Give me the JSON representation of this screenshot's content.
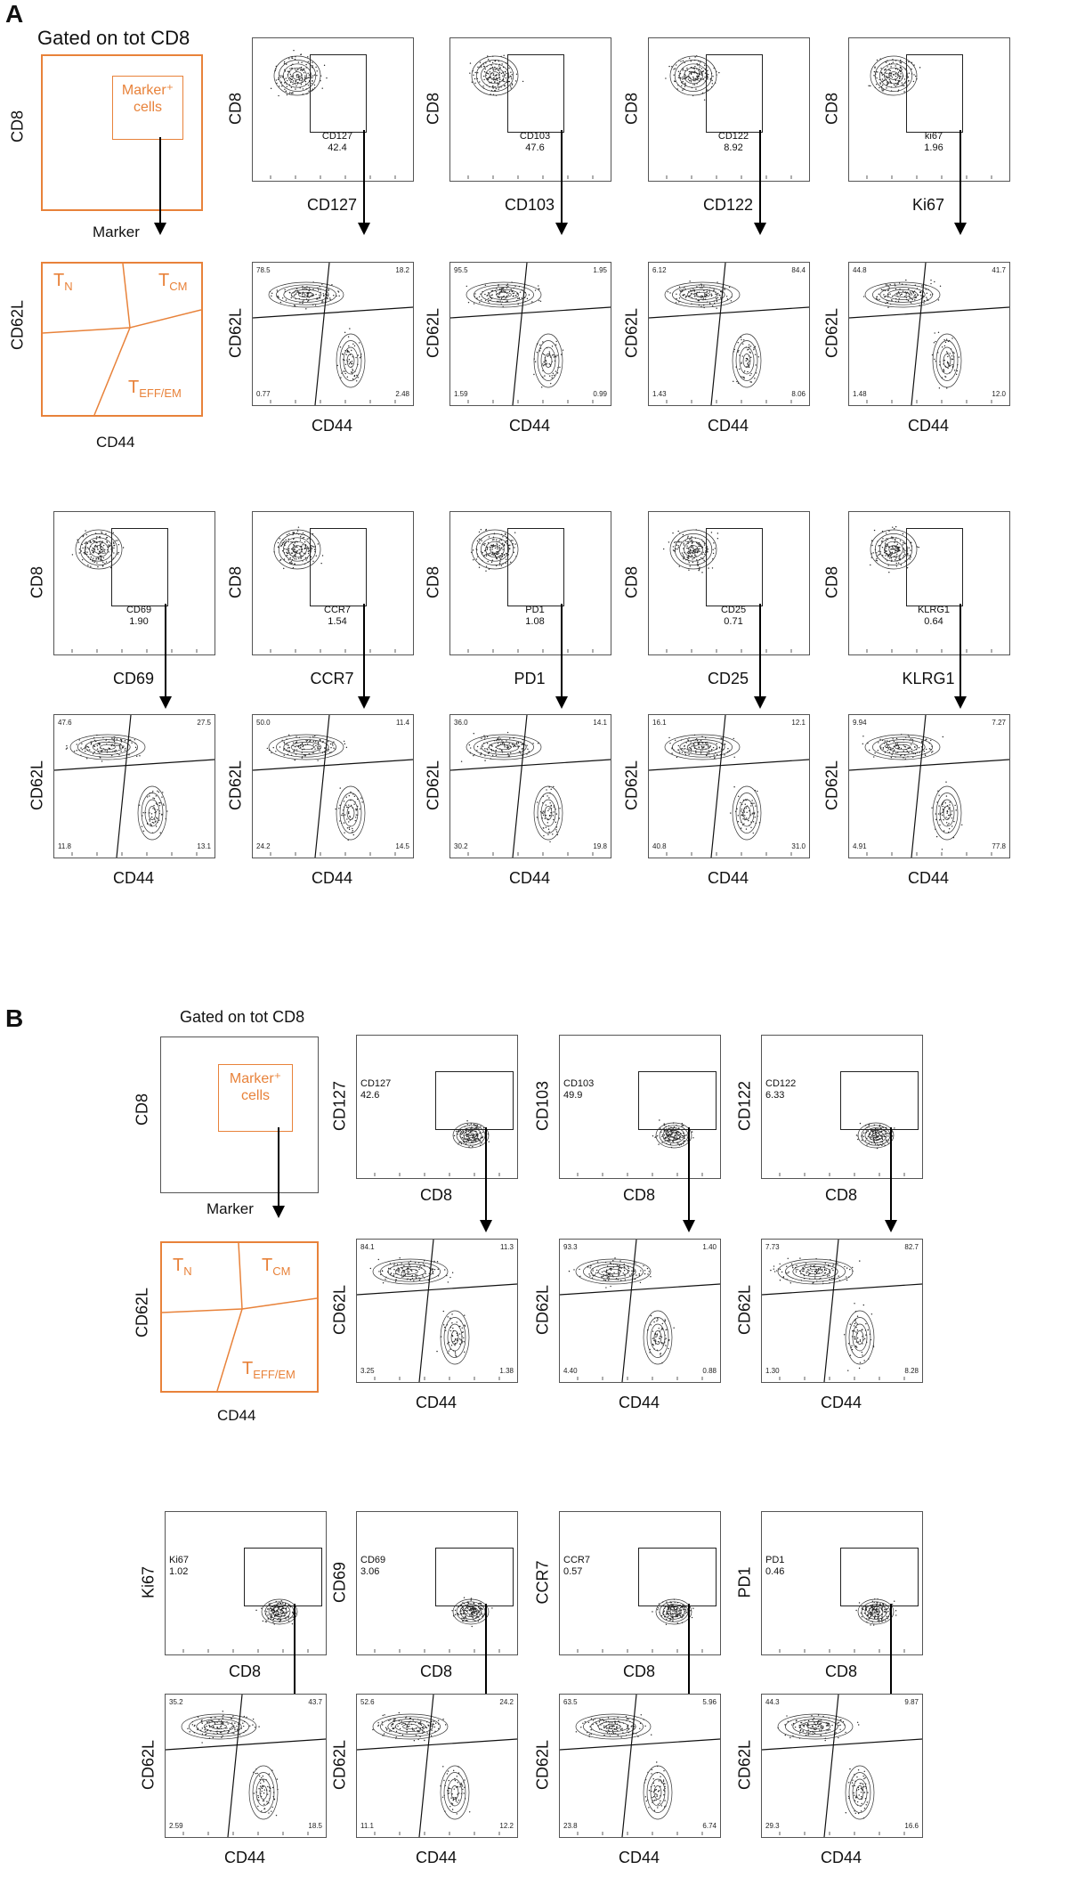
{
  "panel_a": {
    "letter": "A",
    "gated_label": "Gated on tot CD8",
    "schematic": {
      "y_label": "CD8",
      "x_label": "Marker",
      "box_text": [
        "Marker⁺",
        "cells"
      ],
      "subset_y_label": "CD62L",
      "subset_x_label": "CD44",
      "t_n": [
        "T",
        "N"
      ],
      "t_cm": [
        "T",
        "CM"
      ],
      "t_eff": [
        "T",
        "EFF/EM"
      ]
    },
    "top_plots": [
      {
        "marker": "CD127",
        "gate_name": "CD127",
        "gate_value": "42.4",
        "y": "CD8"
      },
      {
        "marker": "CD103",
        "gate_name": "CD103",
        "gate_value": "47.6",
        "y": "CD8"
      },
      {
        "marker": "CD122",
        "gate_name": "CD122",
        "gate_value": "8.92",
        "y": "CD8"
      },
      {
        "marker": "Ki67",
        "gate_name": "ki67",
        "gate_value": "1.96",
        "y": "CD8"
      }
    ],
    "top_quads": [
      {
        "tl": "78.5",
        "tr": "18.2",
        "bl": "0.77",
        "br": "2.48"
      },
      {
        "tl": "95.5",
        "tr": "1.95",
        "bl": "1.59",
        "br": "0.99"
      },
      {
        "tl": "6.12",
        "tr": "84.4",
        "bl": "1.43",
        "br": "8.06"
      },
      {
        "tl": "44.8",
        "tr": "41.7",
        "bl": "1.48",
        "br": "12.0"
      }
    ],
    "bottom_plots": [
      {
        "marker": "CD69",
        "gate_name": "CD69",
        "gate_value": "1.90",
        "y": "CD8"
      },
      {
        "marker": "CCR7",
        "gate_name": "CCR7",
        "gate_value": "1.54",
        "y": "CD8"
      },
      {
        "marker": "PD1",
        "gate_name": "PD1",
        "gate_value": "1.08",
        "y": "CD8"
      },
      {
        "marker": "CD25",
        "gate_name": "CD25",
        "gate_value": "0.71",
        "y": "CD8"
      },
      {
        "marker": "KLRG1",
        "gate_name": "KLRG1",
        "gate_value": "0.64",
        "y": "CD8"
      }
    ],
    "bottom_quads": [
      {
        "tl": "47.6",
        "tr": "27.5",
        "bl": "11.8",
        "br": "13.1"
      },
      {
        "tl": "50.0",
        "tr": "11.4",
        "bl": "24.2",
        "br": "14.5"
      },
      {
        "tl": "36.0",
        "tr": "14.1",
        "bl": "30.2",
        "br": "19.8"
      },
      {
        "tl": "16.1",
        "tr": "12.1",
        "bl": "40.8",
        "br": "31.0"
      },
      {
        "tl": "9.94",
        "tr": "7.27",
        "bl": "4.91",
        "br": "77.8"
      }
    ],
    "quad_y_label": "CD62L",
    "quad_x_label": "CD44"
  },
  "panel_b": {
    "letter": "B",
    "gated_label": "Gated on tot CD8",
    "schematic": {
      "y_label": "CD8",
      "x_label": "Marker",
      "box_text": [
        "Marker⁺",
        "cells"
      ],
      "subset_y_label": "CD62L",
      "subset_x_label": "CD44",
      "t_n": [
        "T",
        "N"
      ],
      "t_cm": [
        "T",
        "CM"
      ],
      "t_eff": [
        "T",
        "EFF/EM"
      ]
    },
    "top_plots": [
      {
        "marker": "CD127",
        "gate_name": "CD127",
        "gate_value": "42.6",
        "x": "CD8"
      },
      {
        "marker": "CD103",
        "gate_name": "CD103",
        "gate_value": "49.9",
        "x": "CD8"
      },
      {
        "marker": "CD122",
        "gate_name": "CD122",
        "gate_value": "6.33",
        "x": "CD8"
      }
    ],
    "top_quads": [
      {
        "tl": "84.1",
        "tr": "11.3",
        "bl": "3.25",
        "br": "1.38"
      },
      {
        "tl": "93.3",
        "tr": "1.40",
        "bl": "4.40",
        "br": "0.88"
      },
      {
        "tl": "7.73",
        "tr": "82.7",
        "bl": "1.30",
        "br": "8.28"
      }
    ],
    "bottom_plots": [
      {
        "marker": "Ki67",
        "gate_name": "Ki67",
        "gate_value": "1.02",
        "x": "CD8"
      },
      {
        "marker": "CD69",
        "gate_name": "CD69",
        "gate_value": "3.06",
        "x": "CD8"
      },
      {
        "marker": "CCR7",
        "gate_name": "CCR7",
        "gate_value": "0.57",
        "x": "CD8"
      },
      {
        "marker": "PD1",
        "gate_name": "PD1",
        "gate_value": "0.46",
        "x": "CD8"
      }
    ],
    "bottom_quads": [
      {
        "tl": "35.2",
        "tr": "43.7",
        "bl": "2.59",
        "br": "18.5"
      },
      {
        "tl": "52.6",
        "tr": "24.2",
        "bl": "11.1",
        "br": "12.2"
      },
      {
        "tl": "63.5",
        "tr": "5.96",
        "bl": "23.8",
        "br": "6.74"
      },
      {
        "tl": "44.3",
        "tr": "9.87",
        "bl": "29.3",
        "br": "16.6"
      }
    ],
    "quad_y_label": "CD62L",
    "quad_x_label": "CD44"
  }
}
